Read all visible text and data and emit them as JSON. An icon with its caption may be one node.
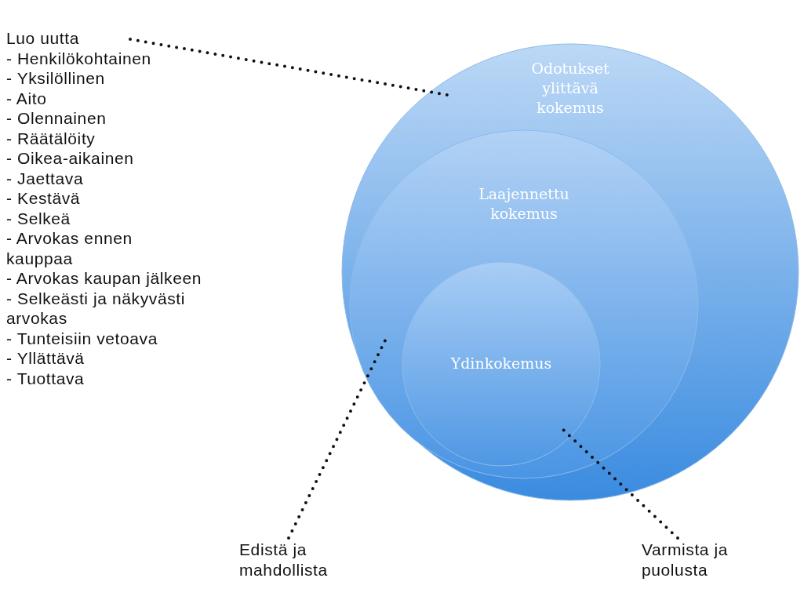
{
  "diagram": {
    "nodes": [
      {
        "text": [
          "Odotukset ylittävä kokemus"
        ]
      },
      {
        "text": [
          "Laajennettu kokemus"
        ],
        "in": 0
      },
      {
        "text": [
          "Ydinkokemus"
        ],
        "in": 1
      },
      {
        "text": [
          "Luo uutta",
          "- Henkilökohtainen",
          "- Yksilöllinen",
          "- Aito",
          "- Olennainen",
          "- Räätälöity",
          "- Oikea-aikainen",
          "- Jaettava",
          "- Kestävä",
          "- Selkeä",
          "- Arvokas ennen kauppaa",
          "- Arvokas kaupan jälkeen",
          "- Selkeästi ja näkyvästi arvokas",
          "- Tunteisiin vetoava",
          "- Yllättävä",
          "- Tuottava"
        ]
      },
      {
        "text": [
          "Edistä ja mahdollista"
        ]
      },
      {
        "text": [
          "Varmista ja puolusta"
        ]
      }
    ],
    "edges": [
      {
        "from": 3,
        "to": 0,
        "arrow": "none"
      },
      {
        "from": 4,
        "to": 1,
        "arrow": "none"
      },
      {
        "from": 5,
        "to": 2,
        "arrow": "none"
      }
    ]
  }
}
